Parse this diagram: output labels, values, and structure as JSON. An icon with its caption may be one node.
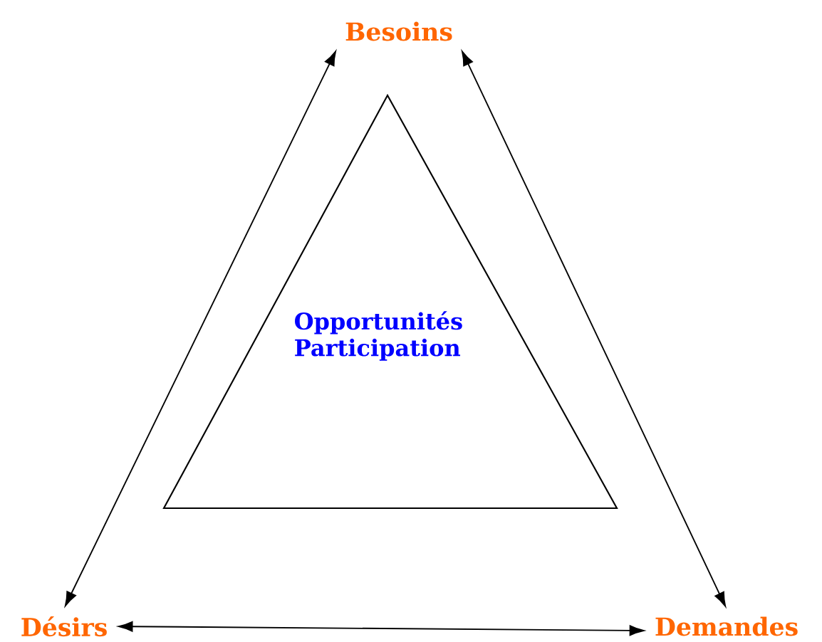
{
  "diagram": {
    "nodes": [
      {
        "text": [
          "Besoins"
        ]
      },
      {
        "text": [
          "Désirs"
        ]
      },
      {
        "text": [
          "Demandes"
        ]
      },
      {
        "text": [
          "Opportunités Participation"
        ]
      }
    ],
    "edges": [
      {
        "from": 0,
        "to": 1,
        "arrow": "both"
      },
      {
        "from": 0,
        "to": 2,
        "arrow": "both"
      },
      {
        "from": 1,
        "to": 2,
        "arrow": "both"
      }
    ]
  }
}
